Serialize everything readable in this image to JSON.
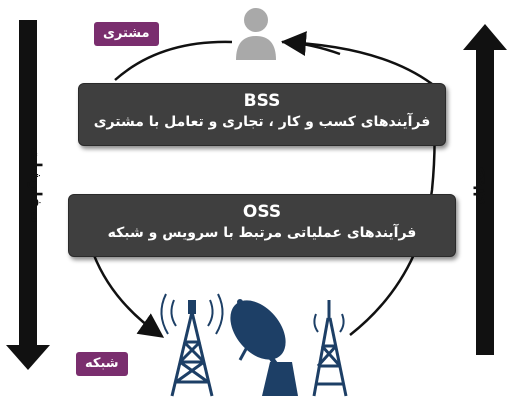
{
  "labels": {
    "customer": "مشتری",
    "network": "شبکه",
    "orders": "سفارشات",
    "faults": "خطاء"
  },
  "bss": {
    "title": "BSS",
    "subtitle": "فرآیندهای کسب و کار ، تجاری و تعامل با مشتری"
  },
  "oss": {
    "title": "OSS",
    "subtitle": "فرآیندهای عملیاتی مرتبط با سرویس و شبکه"
  },
  "icons": [
    "person-icon",
    "antenna-tower-icon",
    "satellite-dish-icon",
    "radio-mast-icon"
  ],
  "colors": {
    "box": "#3f3f3f",
    "tag": "#7a2e6e",
    "arrow": "#111111",
    "icon": "#1d3f66",
    "person": "#a9a9a9"
  }
}
